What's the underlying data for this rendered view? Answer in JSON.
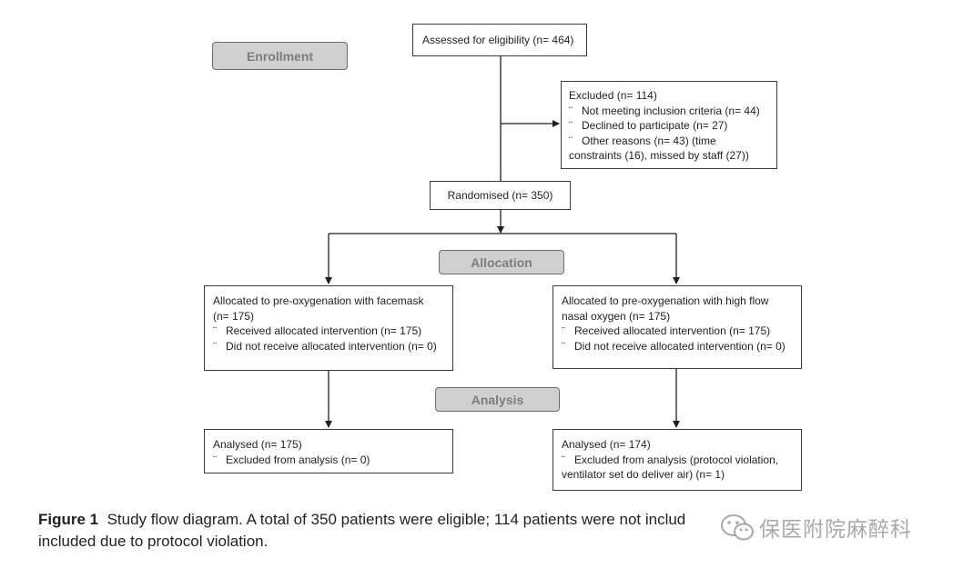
{
  "stages": {
    "enrollment": "Enrollment",
    "allocation": "Allocation",
    "analysis": "Analysis"
  },
  "assessed": "Assessed for eligibility (n= 464)",
  "excluded": {
    "title": "Excluded  (n= 114)",
    "bullet": "¨",
    "items": [
      "Not meeting inclusion criteria (n= 44)",
      "Declined to participate (n= 27)",
      "Other reasons (n= 43) (time"
    ],
    "continuation": "constraints (16), missed by staff (27))"
  },
  "randomised": "Randomised (n= 350)",
  "allocated_left": {
    "line1": "Allocated to pre-oxygenation with facemask",
    "line2": "(n= 175)",
    "bullet": "¨",
    "items": [
      "Received allocated intervention (n= 175)",
      "Did not receive allocated intervention (n= 0)"
    ]
  },
  "allocated_right": {
    "line1": "Allocated to pre-oxygenation with high flow",
    "line2": "nasal oxygen (n= 175)",
    "bullet": "¨",
    "items": [
      "Received allocated intervention (n= 175)",
      "Did not receive allocated intervention (n= 0)"
    ]
  },
  "analysed_left": {
    "title": "Analysed  (n= 175)",
    "bullet": "¨",
    "items": [
      "Excluded from analysis (n= 0)"
    ]
  },
  "analysed_right": {
    "title": "Analysed  (n= 174)",
    "bullet": "¨",
    "items": [
      "Excluded from analysis (protocol violation,"
    ],
    "continuation": "ventilator set do deliver air) (n= 1)"
  },
  "caption": {
    "label": "Figure 1",
    "line1": "Study flow diagram. A total of 350 patients were eligible; 114 patients were not includ",
    "line2": "included due to protocol violation."
  },
  "watermark": {
    "text": "保医附院麻醉科"
  }
}
